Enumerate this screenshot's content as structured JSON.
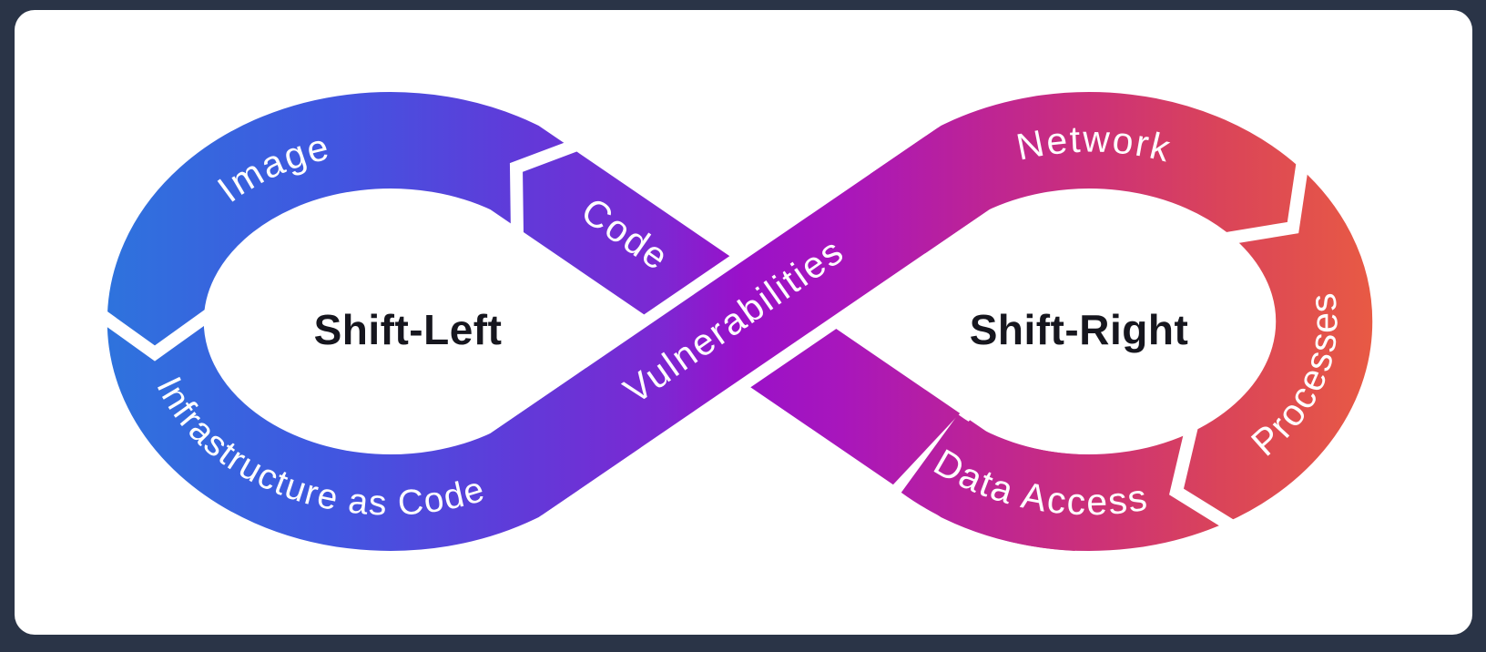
{
  "diagram": {
    "title_semantic": "devsecops-infinity-loop",
    "left_loop": {
      "label": "Shift-Left"
    },
    "right_loop": {
      "label": "Shift-Right"
    },
    "segments": [
      {
        "id": "image",
        "label": "Image"
      },
      {
        "id": "code",
        "label": "Code"
      },
      {
        "id": "vulnerabilities",
        "label": "Vulnerabilities"
      },
      {
        "id": "network",
        "label": "Network"
      },
      {
        "id": "processes",
        "label": "Processes"
      },
      {
        "id": "data-access",
        "label": "Data Access"
      },
      {
        "id": "infrastructure-as-code",
        "label": "Infrastructure as Code"
      }
    ],
    "flow_order": [
      "Image",
      "Infrastructure as Code",
      "Vulnerabilities",
      "Network",
      "Processes",
      "Data Access",
      "Code"
    ],
    "colors": {
      "gradient": [
        "#2E73DD",
        "#4156E0",
        "#5F3BD9",
        "#7D27D2",
        "#9911C9",
        "#A816BC",
        "#BB2299",
        "#CC3178",
        "#DA4459",
        "#E85A44"
      ],
      "card_background": "#FFFFFF",
      "page_background": "#2A3447",
      "band_text": "#FFFFFF",
      "loop_text": "#16161E"
    }
  }
}
